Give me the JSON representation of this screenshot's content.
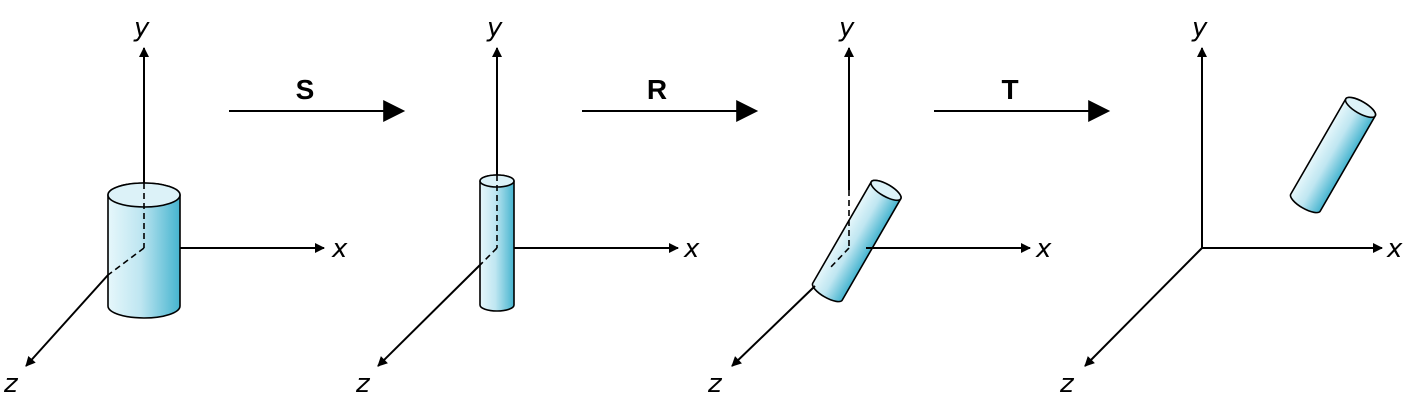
{
  "diagram": {
    "operations": [
      {
        "label": "S"
      },
      {
        "label": "R"
      },
      {
        "label": "T"
      }
    ],
    "axes": {
      "x": "x",
      "y": "y",
      "z": "z"
    },
    "colors": {
      "cylinder_light": "#e3f6fb",
      "cylinder_dark": "#4ab8d2",
      "cylinder_top": "#d9f1f8",
      "stroke": "#000000"
    }
  }
}
